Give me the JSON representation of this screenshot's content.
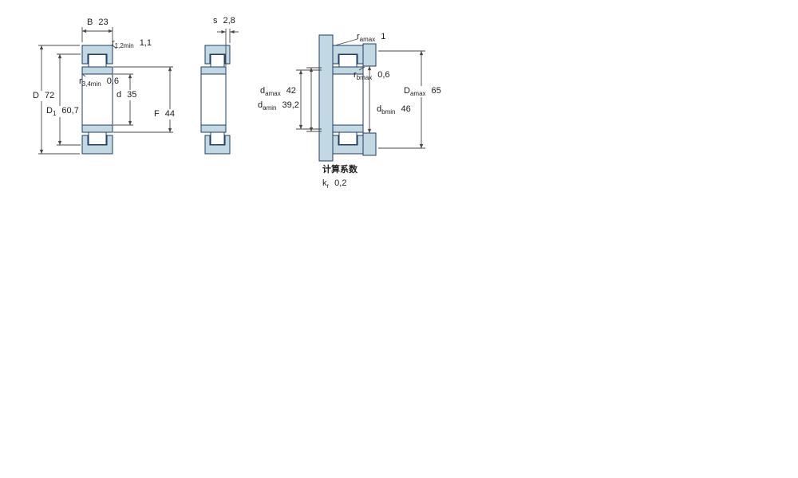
{
  "drawing": {
    "colors": {
      "fill": "#c2d8e2",
      "outline": "#1f3d66",
      "dimension": "#474747"
    },
    "views": {
      "left": {
        "name": "cross-section-view",
        "labels": {
          "B": {
            "name": "B",
            "value": "23"
          },
          "r12": {
            "name": "r",
            "sub": "1,2min",
            "value": "1,1"
          },
          "r34": {
            "name": "r",
            "sub": "3,4min",
            "value": "0,6"
          },
          "D": {
            "name": "D",
            "value": "72"
          },
          "D1": {
            "name": "D",
            "sub": "1",
            "value": "60,7"
          },
          "d": {
            "name": "d",
            "value": "35"
          },
          "F": {
            "name": "F",
            "value": "44"
          }
        }
      },
      "middle": {
        "name": "axial-displacement-view",
        "labels": {
          "s": {
            "name": "s",
            "value": "2,8"
          }
        }
      },
      "right": {
        "name": "mounting-dimensions-view",
        "labels": {
          "ramax": {
            "name": "r",
            "sub": "amax",
            "value": "1"
          },
          "rbmax": {
            "name": "r",
            "sub": "bmax",
            "value": "0,6"
          },
          "damax": {
            "name": "d",
            "sub": "amax",
            "value": "42"
          },
          "damin": {
            "name": "d",
            "sub": "amin",
            "value": "39,2"
          },
          "dbmin": {
            "name": "d",
            "sub": "bmin",
            "value": "46"
          },
          "Damax": {
            "name": "D",
            "sub": "amax",
            "value": "65"
          }
        },
        "calc": {
          "title": "计算系数",
          "kr_name": "k",
          "kr_sub": "r",
          "kr_value": "0,2"
        }
      }
    }
  }
}
